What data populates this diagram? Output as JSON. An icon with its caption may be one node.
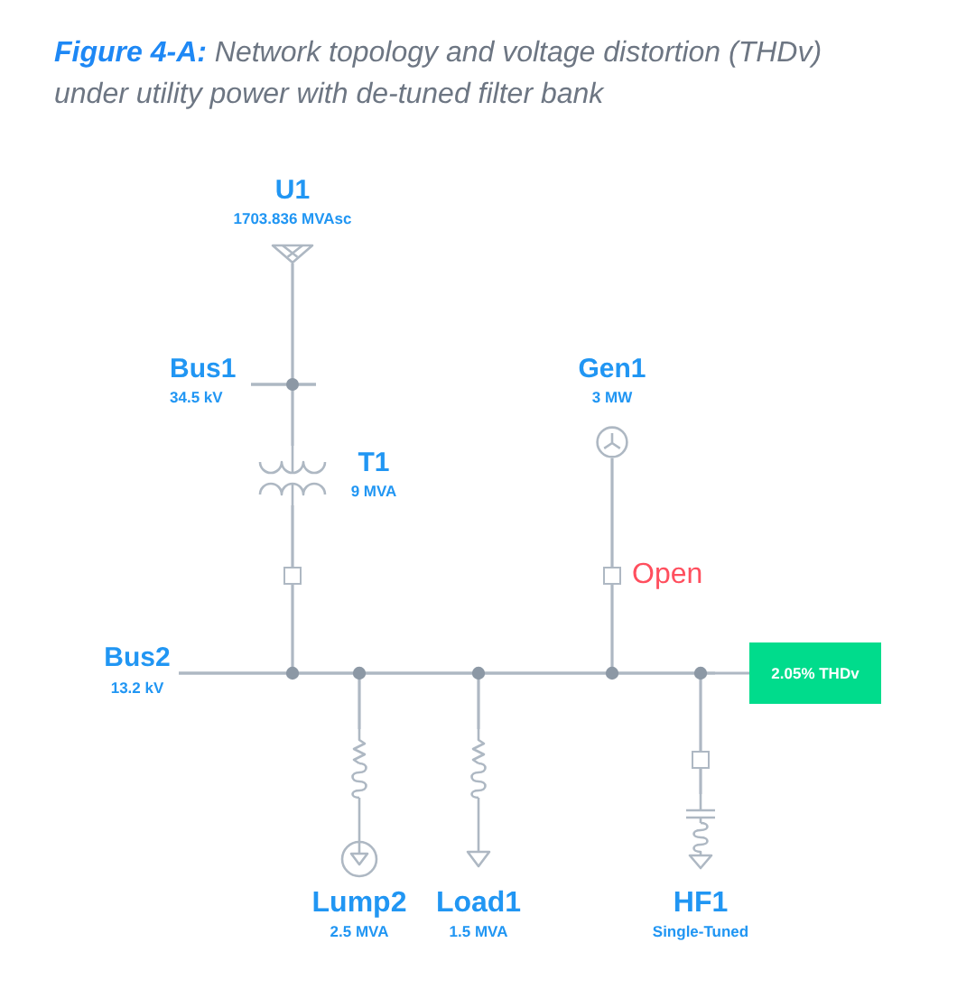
{
  "diagram": {
    "title": "**Figure 4-A:** Network topology and voltage distortion (THDv) under utility power with de-tuned filter bank",
    "nodes": [
      {
        "text": [
          "U1",
          "1703.836 MVAsc"
        ]
      },
      {
        "text": [
          "Bus1",
          "34.5 kV"
        ]
      },
      {
        "text": [
          "T1",
          "9 MVA"
        ]
      },
      {
        "text": [
          "Gen1",
          "3 MW"
        ]
      },
      {
        "text": [],
        "shape": "box"
      },
      {
        "text": [],
        "shape": "box",
        "beside": [
          "Open"
        ]
      },
      {
        "text": [
          "Bus2",
          "13.2 kV"
        ]
      },
      {
        "text": [
          "2.05% THDv"
        ]
      },
      {
        "text": [],
        "shape": "box"
      },
      {
        "text": [
          "Lump2",
          "2.5 MVA"
        ]
      },
      {
        "text": [
          "Load1",
          "1.5 MVA"
        ]
      },
      {
        "text": [
          "HF1",
          "Single-Tuned"
        ]
      }
    ],
    "edges": [
      {
        "from": 0,
        "to": 1,
        "arrow": "none"
      },
      {
        "from": 1,
        "to": 2,
        "arrow": "none"
      },
      {
        "from": 2,
        "to": 4,
        "arrow": "none"
      },
      {
        "from": 4,
        "to": 6,
        "arrow": "none"
      },
      {
        "from": 3,
        "to": 5,
        "arrow": "none"
      },
      {
        "from": 5,
        "to": 6,
        "arrow": "none"
      },
      {
        "from": 6,
        "to": 7,
        "arrow": "none"
      },
      {
        "from": 6,
        "to": 9,
        "arrow": "none"
      },
      {
        "from": 6,
        "to": 10,
        "arrow": "none"
      },
      {
        "from": 6,
        "to": 8,
        "arrow": "none"
      },
      {
        "from": 8,
        "to": 11,
        "arrow": "none"
      }
    ]
  }
}
